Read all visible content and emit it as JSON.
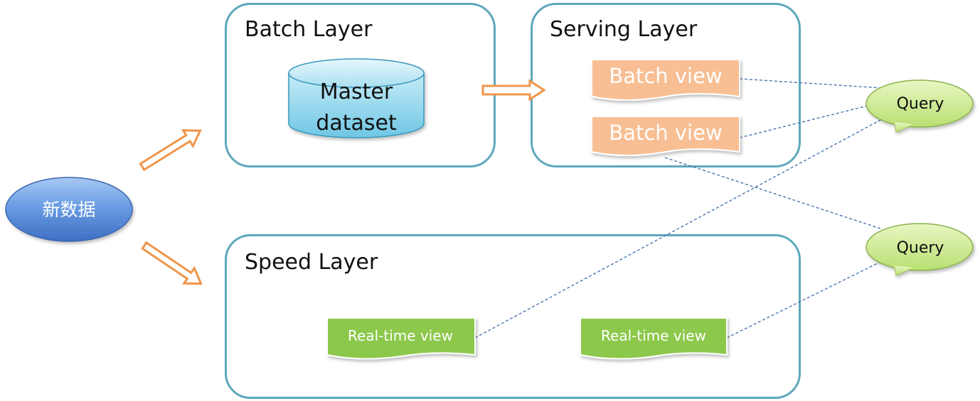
{
  "new_data": {
    "label": "新数据"
  },
  "batch_layer": {
    "title": "Batch Layer",
    "master_dataset": {
      "line1": "Master",
      "line2": "dataset"
    }
  },
  "serving_layer": {
    "title": "Serving Layer",
    "views": [
      {
        "label": "Batch view"
      },
      {
        "label": "Batch view"
      }
    ]
  },
  "speed_layer": {
    "title": "Speed Layer",
    "views": [
      {
        "label": "Real-time view"
      },
      {
        "label": "Real-time view"
      }
    ]
  },
  "queries": [
    {
      "label": "Query"
    },
    {
      "label": "Query"
    }
  ],
  "colors": {
    "box_border": "#5ea8ba",
    "arrow": "#f0954a",
    "batch_view": "#f8bf94",
    "realtime_view": "#8cc84b",
    "query": "#cdeb8a",
    "query_border": "#8ab34e",
    "dashed_line": "#4a74b0",
    "new_data": "#5b8ddb",
    "cylinder": "#7dcfe8"
  }
}
